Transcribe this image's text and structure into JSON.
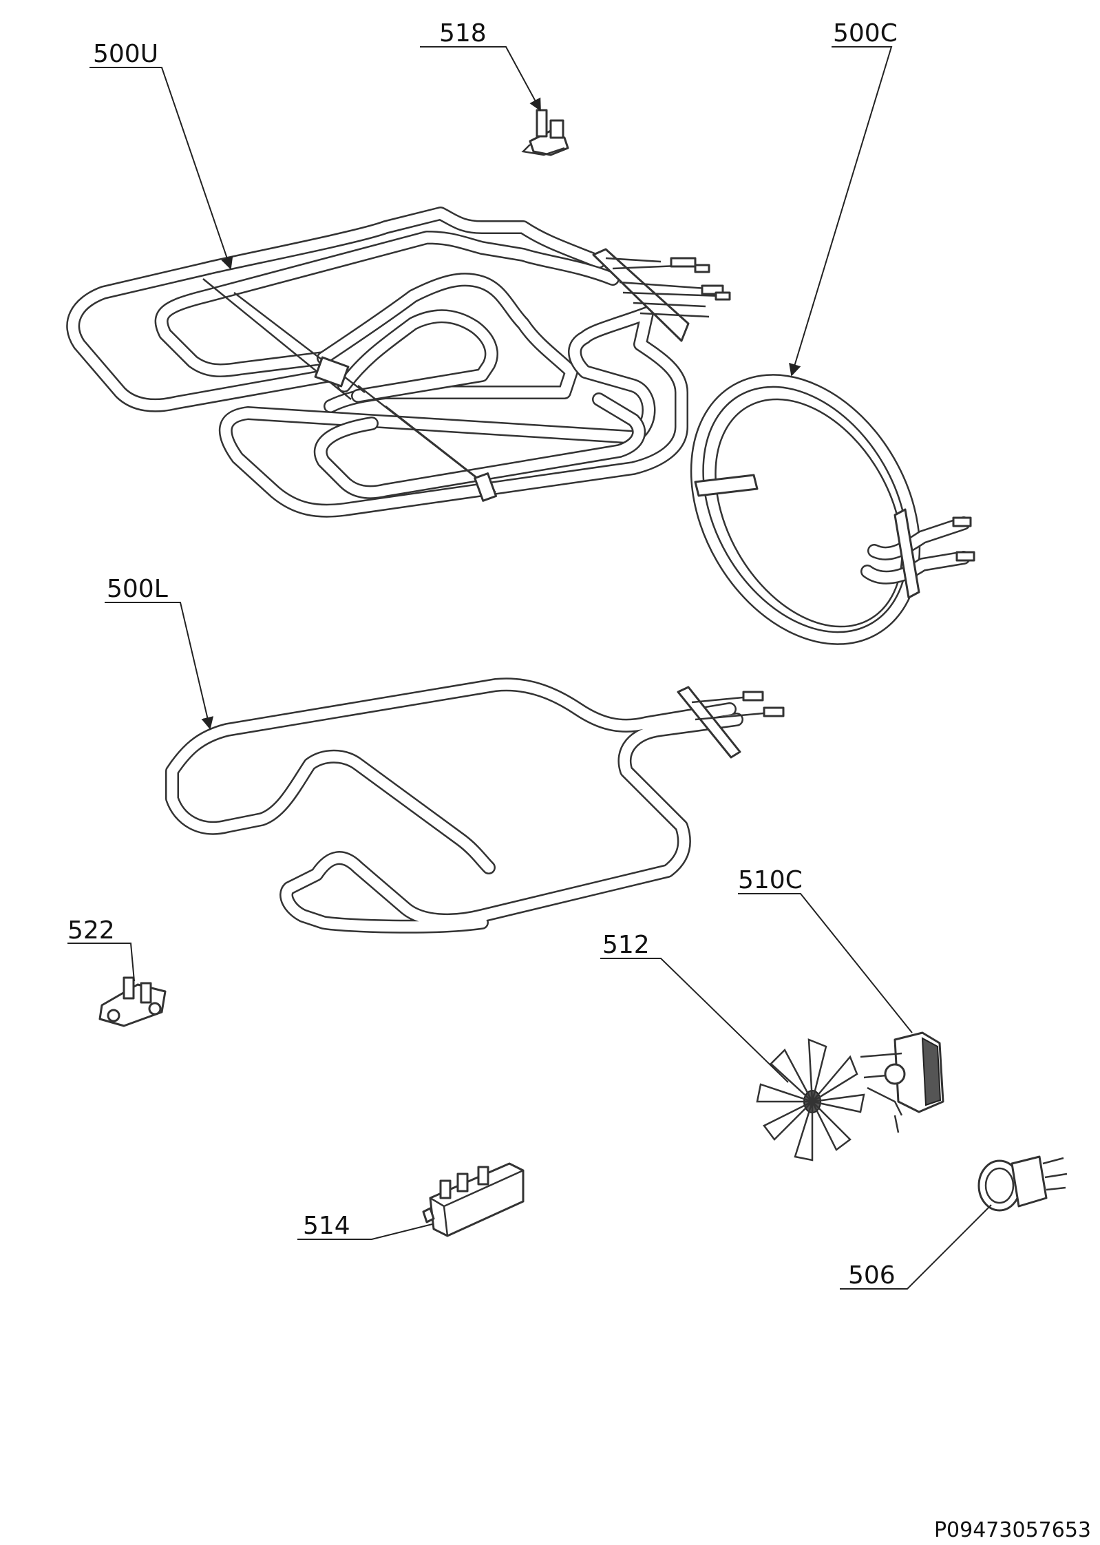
{
  "callouts": {
    "c500U": "500U",
    "c518": "518",
    "c500C": "500C",
    "c500L": "500L",
    "c522": "522",
    "c510C": "510C",
    "c512": "512",
    "c514": "514",
    "c506": "506"
  },
  "reference_code": "P09473057653",
  "parts": [
    {
      "callout": "500U",
      "icon": "upper-heating-element-icon"
    },
    {
      "callout": "518",
      "icon": "thermostat-icon"
    },
    {
      "callout": "500C",
      "icon": "circular-heating-element-icon"
    },
    {
      "callout": "500L",
      "icon": "lower-heating-element-icon"
    },
    {
      "callout": "522",
      "icon": "cutout-thermostat-icon"
    },
    {
      "callout": "510C",
      "icon": "fan-motor-icon"
    },
    {
      "callout": "512",
      "icon": "fan-blade-icon"
    },
    {
      "callout": "514",
      "icon": "terminal-block-icon"
    },
    {
      "callout": "506",
      "icon": "oven-lamp-icon"
    }
  ]
}
